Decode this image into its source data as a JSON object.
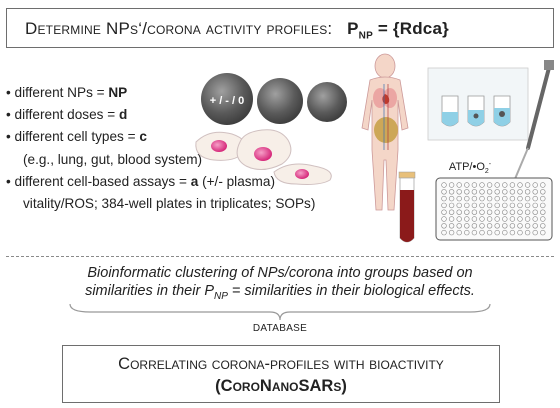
{
  "header": {
    "title_prefix": "Determine NPs‘/corona activity profiles:",
    "formula_p": "P",
    "formula_sub": "NP",
    "formula_rest": " = {Rdca}"
  },
  "bullets": [
    {
      "text": "• different NPs = ",
      "bold": "NP",
      "tail": ""
    },
    {
      "text": "• different doses = ",
      "bold": "d",
      "tail": ""
    },
    {
      "text": "• different cell types = ",
      "bold": "c",
      "tail": ""
    },
    {
      "text": "(e.g., lung, gut, blood system)",
      "bold": "",
      "tail": ""
    },
    {
      "text": "• different cell-based assays = ",
      "bold": "a",
      "tail": " (+/- plasma)"
    },
    {
      "text": "vitality/ROS; 384-well plates in triplicates; SOPs)",
      "bold": "",
      "tail": ""
    }
  ],
  "np_label": "+ / - / 0",
  "assay_label": "ATP/•O",
  "assay_sub": "2",
  "assay_sup": "-",
  "clustering": {
    "line1": "Bioinformatic clustering of NPs/corona into groups based on",
    "line2a": "similarities in their P",
    "line2_sub": "NP",
    "line2b": " = similarities in their biological effects."
  },
  "database_label": "DATABASE",
  "footer": {
    "title": "Correlating corona-profiles with bioactivity",
    "paren_open": "(",
    "name": "CoroNanoSARs",
    "paren_close": ")"
  },
  "colors": {
    "border": "#6e6e6e",
    "np_sphere": "#5a5a5a",
    "cell_nucleus": "#d6287a",
    "blood": "#8b1a1a",
    "tube_liquid": "#8fd0e6"
  }
}
